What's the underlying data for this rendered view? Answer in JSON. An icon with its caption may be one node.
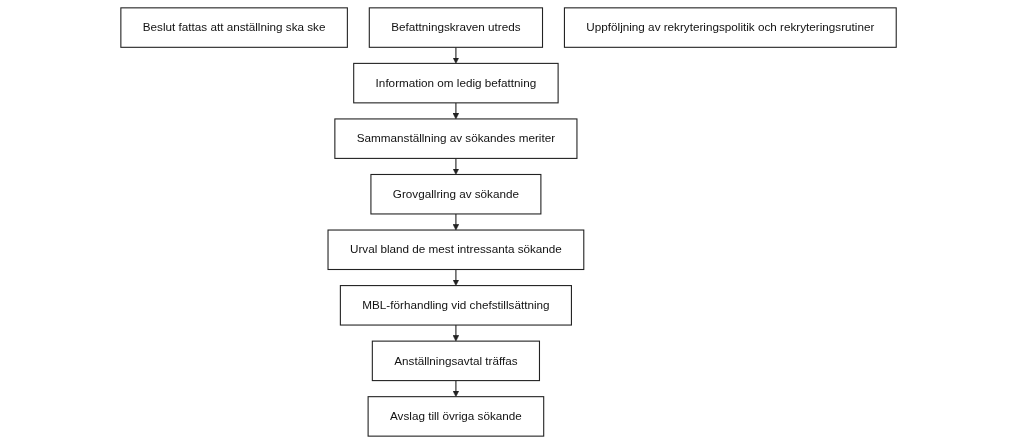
{
  "diagram": {
    "nodes": [
      {
        "text": [
          "Beslut fattas att anställning ska ske"
        ]
      },
      {
        "text": [
          "Befattningskraven utreds"
        ]
      },
      {
        "text": [
          "Information om ledig befattning"
        ]
      },
      {
        "text": [
          "Sammanställning av sökandes meriter"
        ]
      },
      {
        "text": [
          "Grovgallring av sökande"
        ]
      },
      {
        "text": [
          "Urval bland de mest intressanta sökande"
        ]
      },
      {
        "text": [
          "MBL-förhandling vid chefstillsättning"
        ]
      },
      {
        "text": [
          "Anställningsavtal träffas"
        ]
      },
      {
        "text": [
          "Avslag till övriga sökande"
        ]
      },
      {
        "text": [
          "Uppföljning av rekryteringspolitik och rekryteringsrutiner"
        ]
      }
    ],
    "edges": [
      {
        "from": 1,
        "to": 2,
        "arrow": "to"
      },
      {
        "from": 2,
        "to": 3,
        "arrow": "to"
      },
      {
        "from": 3,
        "to": 4,
        "arrow": "to"
      },
      {
        "from": 4,
        "to": 5,
        "arrow": "to"
      },
      {
        "from": 5,
        "to": 6,
        "arrow": "to"
      },
      {
        "from": 6,
        "to": 7,
        "arrow": "to"
      },
      {
        "from": 7,
        "to": 8,
        "arrow": "to"
      }
    ]
  }
}
